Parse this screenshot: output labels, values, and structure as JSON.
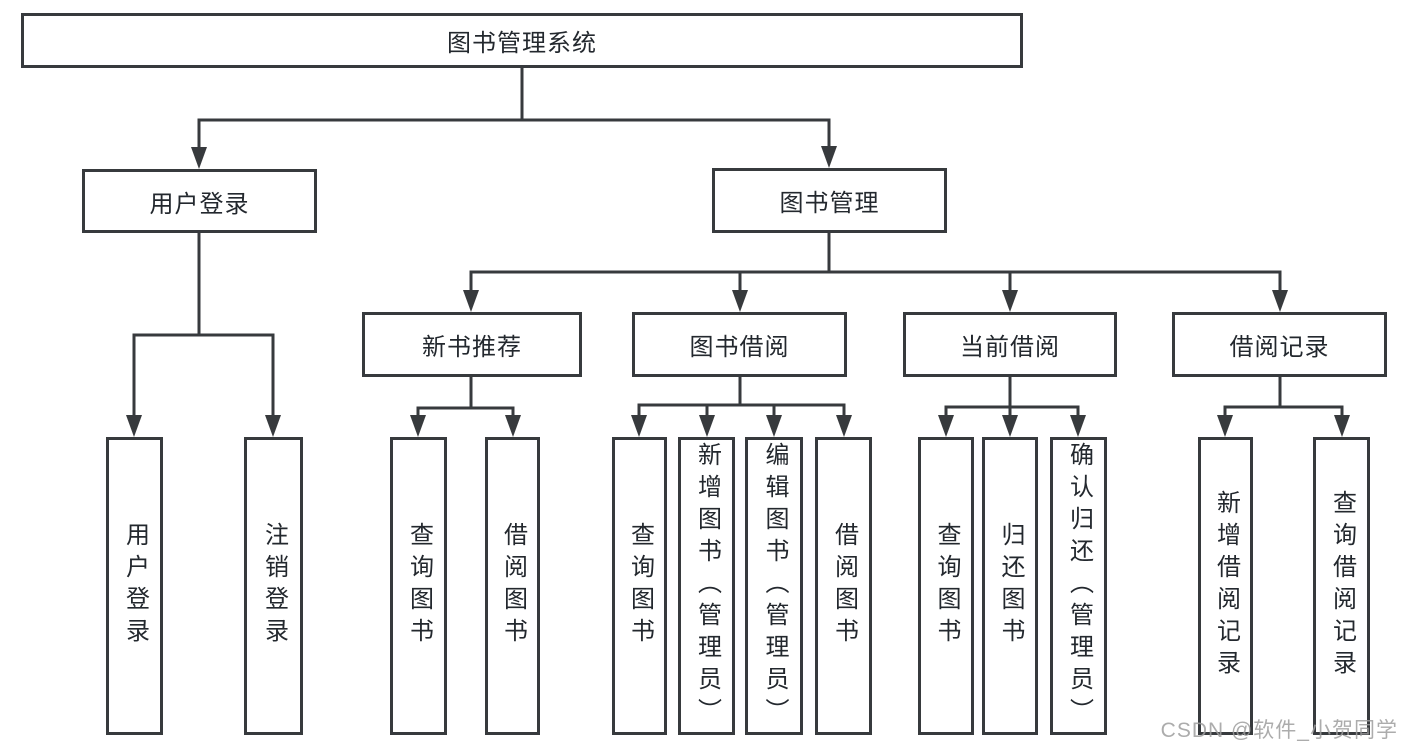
{
  "diagram_title": "图书管理系统",
  "nodes": {
    "root": {
      "label": "图书管理系统"
    },
    "user_login": {
      "label": "用户登录",
      "children": [
        "用户登录",
        "注销登录"
      ]
    },
    "book_mgmt": {
      "label": "图书管理"
    },
    "new_book_rec": {
      "label": "新书推荐",
      "children": [
        "查询图书",
        "借阅图书"
      ]
    },
    "book_borrow": {
      "label": "图书借阅",
      "children": [
        "查询图书",
        "新增图书（管理员）",
        "编辑图书（管理员）",
        "借阅图书"
      ]
    },
    "current_borrow": {
      "label": "当前借阅",
      "children": [
        "查询图书",
        "归还图书",
        "确认归还（管理员）"
      ]
    },
    "borrow_records": {
      "label": "借阅记录",
      "children": [
        "新增借阅记录",
        "查询借阅记录"
      ]
    }
  },
  "watermark": "CSDN @软件_小贺同学",
  "colors": {
    "line": "#373a3d",
    "text": "#23282e",
    "watermark": "#9e9e9e",
    "background": "#ffffff"
  }
}
